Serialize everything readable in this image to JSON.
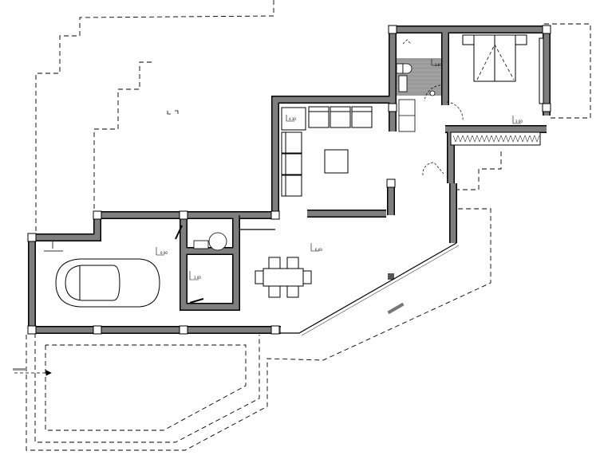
{
  "plan": {
    "levels": {
      "living": "4.30",
      "bathroom": "3.60",
      "bedroom": "3.60",
      "garage": "6.00",
      "storage": "1.00",
      "terrace": "6.60"
    },
    "colors": {
      "wall": "#7f7f7f",
      "line": "#000000",
      "bath_floor": "#9a9a9a"
    }
  }
}
